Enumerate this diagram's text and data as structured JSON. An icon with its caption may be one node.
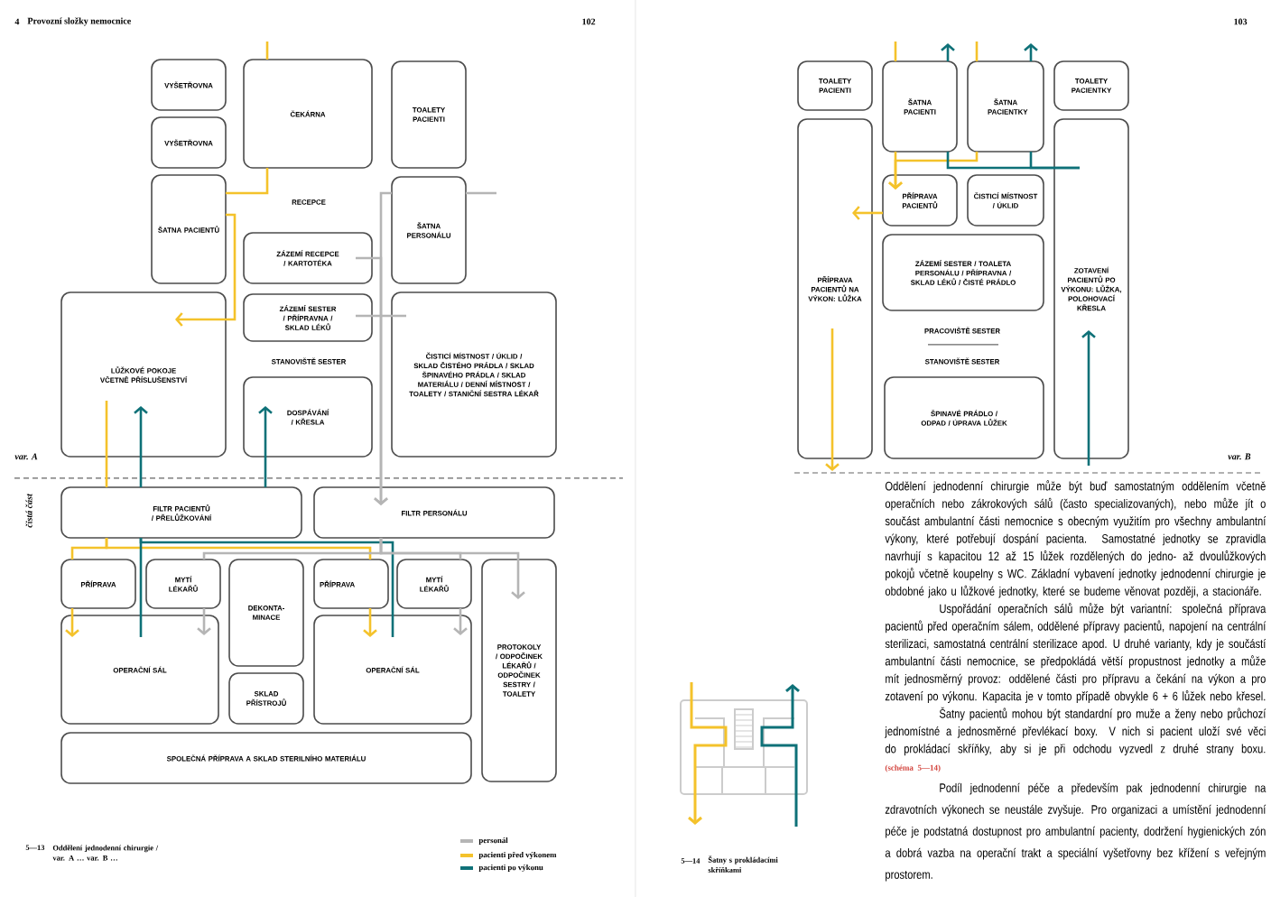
{
  "diagram": {
    "nodes": [
      {
        "text": [
          "VYŠETŘOVNA"
        ]
      },
      {
        "text": [
          "VYŠETŘOVNA"
        ]
      },
      {
        "text": [
          "ČEKÁRNA"
        ]
      },
      {
        "text": [
          "TOALETY PACIENTI"
        ]
      },
      {
        "text": [
          "ŠATNA PACIENTŮ"
        ]
      },
      {
        "text": [
          "ZÁZEMÍ RECEPCE / KARTOTÉKA"
        ]
      },
      {
        "text": [
          "ŠATNA PERSONÁLU"
        ]
      },
      {
        "text": [
          "LŮŽKOVÉ POKOJE VČETNĚ PŘÍSLUŠENSTVÍ"
        ]
      },
      {
        "text": [
          "ZÁZEMÍ SESTER / PŘÍPRAVNA / SKLAD LÉKŮ"
        ]
      },
      {
        "text": [
          "DOSPÁVÁNÍ / KŘESLA"
        ]
      },
      {
        "text": [
          "ČISTICÍ MÍSTNOST / ÚKLID / SKLAD ČISTÉHO PRÁDLA / SKLAD ŠPINAVÉHO PRÁDLA / SKLAD MATERIÁLU / DENNÍ MÍSTNOST / TOALETY / STANIČNÍ SESTRA LÉKAŘ"
        ]
      },
      {
        "text": [
          "FILTR PACIENTŮ / PŘELŮŽKOVÁNÍ"
        ]
      },
      {
        "text": [
          "FILTR PERSONÁLU"
        ]
      },
      {
        "text": [
          "PŘÍPRAVA"
        ]
      },
      {
        "text": [
          "MYTÍ LÉKAŘŮ"
        ]
      },
      {
        "text": [
          "DEKONTA- MINACE"
        ]
      },
      {
        "text": [
          "PŘÍPRAVA"
        ]
      },
      {
        "text": [
          "MYTÍ LÉKAŘŮ"
        ]
      },
      {
        "text": [
          "PROTOKOLY / ODPOČINEK LÉKAŘŮ / ODPOČINEK SESTRY / TOALETY"
        ]
      },
      {
        "text": [
          "OPERAČNÍ SÁL"
        ]
      },
      {
        "text": [
          "SKLAD PŘÍSTROJŮ"
        ]
      },
      {
        "text": [
          "OPERAČNÍ SÁL"
        ]
      },
      {
        "text": [
          "SPOLEČNÁ PŘÍPRAVA A SKLAD STERILNÍHO MATERIÁLU"
        ]
      },
      {
        "text": [
          "TOALETY PACIENTI"
        ]
      },
      {
        "text": [
          "ŠATNA PACIENTI"
        ]
      },
      {
        "text": [
          "ŠATNA PACIENTKY"
        ]
      },
      {
        "text": [
          "TOALETY PACIENTKY"
        ]
      },
      {
        "text": [
          "PŘÍPRAVA PACIENTŮ NA VÝKON: LŮŽKA"
        ]
      },
      {
        "text": [
          "PŘÍPRAVA PACIENTŮ"
        ]
      },
      {
        "text": [
          "ČISTICÍ MÍSTNOST / ÚKLID"
        ]
      },
      {
        "text": [
          "ZÁZEMÍ SESTER / TOALETA PERSONÁLU / PŘÍPRAVNA / SKLAD LÉKŮ / ČISTÉ PRÁDLO"
        ]
      },
      {
        "text": [
          "ŠPINAVÉ PRÁDLO / ODPAD / ÚPRAVA LŮŽEK"
        ]
      },
      {
        "text": [
          "ZOTAVENÍ PACIENTŮ PO VÝKONU: LŮŽKA, POLOHOVACÍ KŘESLA"
        ]
      }
    ],
    "edges": [
      {
        "from": null,
        "to": 2,
        "arrow": "none",
        "color": "#f4c22b"
      },
      {
        "from": 2,
        "to": 4,
        "arrow": "none",
        "color": "#f4c22b"
      },
      {
        "from": 4,
        "to": 7,
        "arrow": "to",
        "color": "#f4c22b"
      },
      {
        "from": 7,
        "to": 11,
        "arrow": "none",
        "color": "#f4c22b"
      },
      {
        "from": 11,
        "to": 13,
        "arrow": "none",
        "color": "#f4c22b"
      },
      {
        "from": 11,
        "to": 16,
        "arrow": "none",
        "color": "#f4c22b"
      },
      {
        "from": 13,
        "to": 19,
        "arrow": "to",
        "color": "#f4c22b"
      },
      {
        "from": 16,
        "to": 21,
        "arrow": "to",
        "color": "#f4c22b"
      },
      {
        "from": 19,
        "to": 11,
        "arrow": "none",
        "color": "#0e7178"
      },
      {
        "from": 21,
        "to": 11,
        "arrow": "none",
        "color": "#0e7178"
      },
      {
        "from": 11,
        "to": 7,
        "arrow": "to",
        "color": "#0e7178"
      },
      {
        "from": 11,
        "to": 9,
        "arrow": "to",
        "color": "#0e7178"
      },
      {
        "from": null,
        "to": 6,
        "arrow": "none",
        "color": "#b5b5b5"
      },
      {
        "from": 6,
        "to": 12,
        "arrow": "to",
        "color": "#b5b5b5"
      },
      {
        "from": 5,
        "to": 12,
        "arrow": "to",
        "color": "#b5b5b5"
      },
      {
        "from": 8,
        "to": 10,
        "arrow": "none",
        "color": "#b5b5b5"
      },
      {
        "from": 12,
        "to": 14,
        "arrow": "none",
        "color": "#b5b5b5"
      },
      {
        "from": 14,
        "to": 19,
        "arrow": "to",
        "color": "#b5b5b5"
      },
      {
        "from": 12,
        "to": 17,
        "arrow": "none",
        "color": "#b5b5b5"
      },
      {
        "from": 17,
        "to": 21,
        "arrow": "to",
        "color": "#b5b5b5"
      },
      {
        "from": 12,
        "to": 18,
        "arrow": "to",
        "color": "#b5b5b5"
      },
      {
        "from": null,
        "to": 24,
        "arrow": "none",
        "color": "#f4c22b"
      },
      {
        "from": 24,
        "to": 28,
        "arrow": "to",
        "color": "#f4c22b"
      },
      {
        "from": null,
        "to": 25,
        "arrow": "none",
        "color": "#f4c22b"
      },
      {
        "from": 25,
        "to": 28,
        "arrow": "to",
        "color": "#f4c22b"
      },
      {
        "from": 28,
        "to": 27,
        "arrow": "to",
        "color": "#f4c22b"
      },
      {
        "from": 27,
        "to": null,
        "arrow": "to",
        "color": "#f4c22b"
      },
      {
        "from": null,
        "to": 32,
        "arrow": "to",
        "color": "#0e7178"
      },
      {
        "from": 32,
        "to": 24,
        "arrow": "none",
        "color": "#0e7178"
      },
      {
        "from": 24,
        "to": null,
        "arrow": "to",
        "color": "#0e7178"
      },
      {
        "from": 32,
        "to": 25,
        "arrow": "none",
        "color": "#0e7178"
      },
      {
        "from": 25,
        "to": null,
        "arrow": "to",
        "color": "#0e7178"
      }
    ],
    "labels": [
      "4",
      "Provozní složky nemocnice",
      "102",
      "RECEPCE",
      "STANOVIŠTĚ SESTER",
      "var. A",
      "čistá část",
      "5—13",
      "Oddělení jednodenní chirurgie / var. A … var. B …",
      "103",
      "PRACOVIŠTĚ SESTER",
      "STANOVIŠTĚ SESTER",
      "var. B",
      "Oddělení jednodenní chirurgie může být buď samostatným oddělením včetně operačních nebo zákrokových sálů (často specializovaných), nebo může jít o součást ambulantní části nemocnice s obecným využitím pro všechny ambulantní výkony, které potřebují dospání pacienta. Samostatné jednotky se zpravidla navrhují s kapacitou 12 až 15 lůžek rozdělených do jedno- až dvoulůžkových pokojů včetně koupelny s WC. Základní vybavení jednotky jednodenní chirurgie je obdobné jako u lůžkové jednotky, které se budeme věnovat později, a stacionáře.",
      "Uspořádání operačních sálů může být variantní: společná příprava pacientů před operačním sálem, oddělené přípravy pacientů, napojení na centrální sterilizaci, samostatná centrální sterilizace apod. U druhé varianty, kdy je součástí ambulantní části nemocnice, se předpokládá větší propustnost jednotky a může mít jednosměrný provoz: oddělené části pro přípravu a čekání na výkon a pro zotavení po výkonu. Kapacita je v tomto případě obvykle 6 + 6 lůžek nebo křesel.",
      "Šatny pacientů mohou být standardní pro muže a ženy nebo průchozí jednomístné a jednosměrné převlékací boxy. V nich si pacient uloží své věci do prokládací skříňky, aby si je při odchodu vyzvedl z druhé strany boxu.",
      "(schéma 5—14)",
      "Podíl jednodenní péče a především pak jednodenní chirurgie na zdravotních výkonech se neustále zvyšuje. Pro organizaci a umístění jednodenní péče je podstatná dostupnost pro ambulantní pacienty, dodržení hygienických zón a dobrá vazba na operační trakt a speciální vyšetřovny bez křížení s veřejným prostorem.",
      "5—14",
      "Šatny s prokládacími skříňkami"
    ],
    "legend": [
      {
        "text": "personál",
        "color": "#b5b5b5"
      },
      {
        "text": "pacienti před výkonem",
        "color": "#f4c22b"
      },
      {
        "text": "pacienti po výkonu",
        "color": "#0e7178"
      }
    ]
  }
}
